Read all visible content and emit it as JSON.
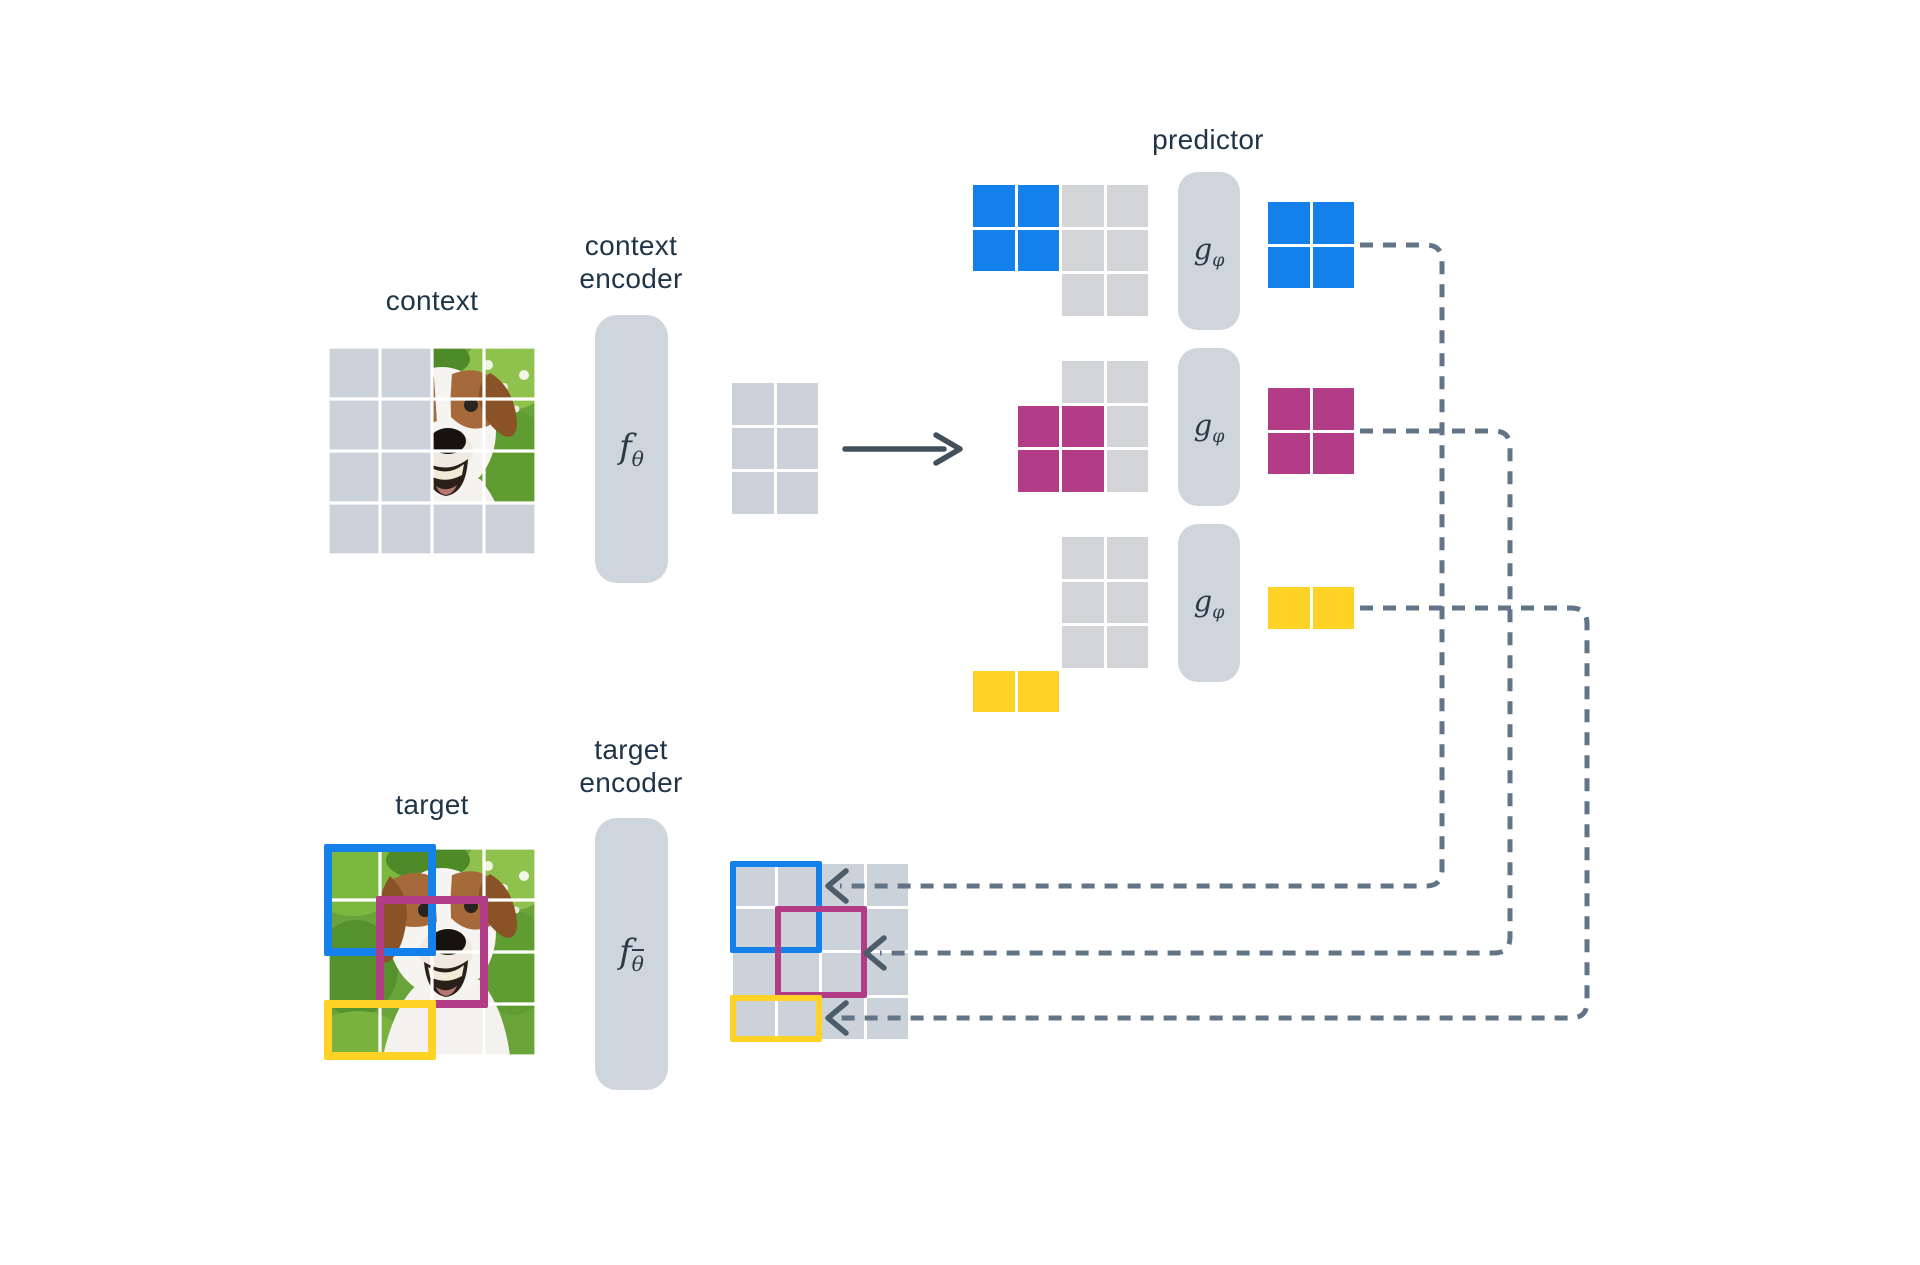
{
  "colors": {
    "blue": "#1480ea",
    "magenta": "#b23c86",
    "yellow": "#ffd226",
    "cell_gray": "#ccd2da",
    "pred_gray": "#d2d4d8",
    "box_gray": "#cfd5dc",
    "text": "#203447",
    "dash": "#627486",
    "arrow": "#434f5b",
    "arrowhead": "#4d5c6a"
  },
  "context": {
    "label": "context",
    "image_grid": [
      "GGII",
      "GGII",
      "GGII",
      "GGGG"
    ],
    "encoder_label_line1": "context",
    "encoder_label_line2": "encoder",
    "encoder_symbol": {
      "base": "f",
      "sub": "θ",
      "bar": false
    },
    "tokens": [
      "GG",
      "GG",
      "GG"
    ]
  },
  "predictor": {
    "label": "predictor",
    "symbol": {
      "base": "g",
      "sub": "φ",
      "bar": false
    },
    "inputs": {
      "blue": [
        "BBgg",
        "BBgg",
        "..gg"
      ],
      "magenta": [
        "..gg",
        ".MMg",
        ".MMg"
      ],
      "yellow": [
        "..gg",
        "..gg",
        "..gg",
        "YY.."
      ]
    },
    "outputs": {
      "blue": [
        "BB",
        "BB"
      ],
      "magenta": [
        "MM",
        "MM"
      ],
      "yellow": [
        "YY"
      ]
    }
  },
  "target": {
    "label": "target",
    "image_grid": [
      "IIII",
      "IIII",
      "IIII",
      "IIII"
    ],
    "encoder_label_line1": "target",
    "encoder_label_line2": "encoder",
    "encoder_symbol": {
      "base": "f",
      "sub": "θ",
      "bar": true
    },
    "features": [
      "GGGG",
      "GGGG",
      "GGGG",
      "GGGG"
    ],
    "blocks": [
      {
        "color": "blue",
        "row": 0,
        "col": 0,
        "rows": 2,
        "cols": 2
      },
      {
        "color": "magenta",
        "row": 1,
        "col": 1,
        "rows": 2,
        "cols": 2
      },
      {
        "color": "yellow",
        "row": 3,
        "col": 0,
        "rows": 1,
        "cols": 2
      }
    ]
  }
}
